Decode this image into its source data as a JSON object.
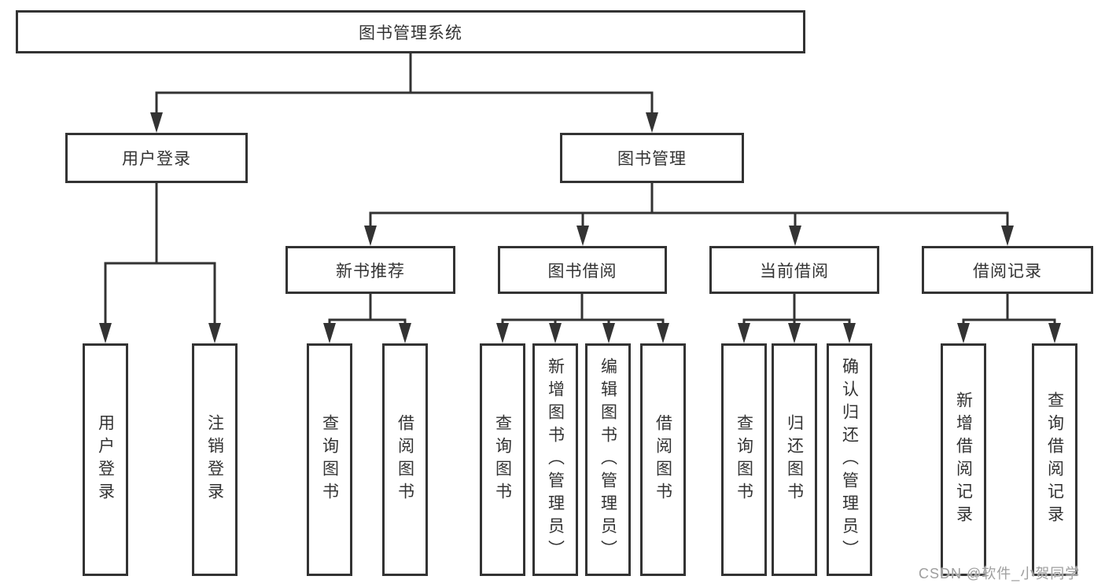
{
  "diagram": {
    "root": {
      "label": "图书管理系统"
    },
    "children": [
      {
        "label": "用户登录",
        "children": [
          {
            "label": "用户登录"
          },
          {
            "label": "注销登录"
          }
        ]
      },
      {
        "label": "图书管理",
        "children": [
          {
            "label": "新书推荐",
            "children": [
              {
                "label": "查询图书"
              },
              {
                "label": "借阅图书"
              }
            ]
          },
          {
            "label": "图书借阅",
            "children": [
              {
                "label": "查询图书"
              },
              {
                "label": "新增图书（管理员）"
              },
              {
                "label": "编辑图书（管理员）"
              },
              {
                "label": "借阅图书"
              }
            ]
          },
          {
            "label": "当前借阅",
            "children": [
              {
                "label": "查询图书"
              },
              {
                "label": "归还图书"
              },
              {
                "label": "确认归还（管理员）"
              }
            ]
          },
          {
            "label": "借阅记录",
            "children": [
              {
                "label": "新增借阅记录"
              },
              {
                "label": "查询借阅记录"
              }
            ]
          }
        ]
      }
    ]
  },
  "watermark": {
    "text": "CSDN @软件_小贺同学"
  },
  "colors": {
    "line": "#333333",
    "box_border": "#333333",
    "text": "#333333",
    "watermark": "#9e9e9e",
    "background": "#ffffff"
  }
}
